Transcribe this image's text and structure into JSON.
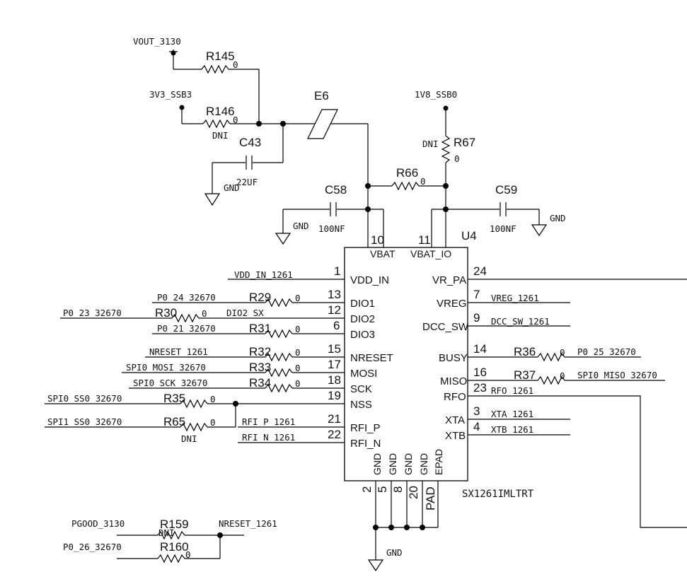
{
  "power": {
    "vout_3130": "VOUT_3130",
    "v3v3_ssb3": "3V3_SSB3",
    "v1v8_ssb0": "1V8_SSB0",
    "gnd": "GND"
  },
  "parts": {
    "R145": {
      "ref": "R145",
      "value": "0"
    },
    "R146": {
      "ref": "R146",
      "value": "0",
      "note": "DNI"
    },
    "E6": {
      "ref": "E6"
    },
    "C43": {
      "ref": "C43",
      "value": "22UF"
    },
    "R67": {
      "ref": "R67",
      "value": "0",
      "note": "DNI"
    },
    "R66": {
      "ref": "R66",
      "value": "0"
    },
    "C58": {
      "ref": "C58",
      "value": "100NF"
    },
    "C59": {
      "ref": "C59",
      "value": "100NF"
    },
    "R29": {
      "ref": "R29",
      "value": "0"
    },
    "R30": {
      "ref": "R30",
      "value": "0"
    },
    "R31": {
      "ref": "R31",
      "value": "0"
    },
    "R32": {
      "ref": "R32",
      "value": "0"
    },
    "R33": {
      "ref": "R33",
      "value": "0"
    },
    "R34": {
      "ref": "R34",
      "value": "0"
    },
    "R35": {
      "ref": "R35",
      "value": "0"
    },
    "R65": {
      "ref": "R65",
      "value": "0",
      "note": "DNI"
    },
    "R36": {
      "ref": "R36",
      "value": "0"
    },
    "R37": {
      "ref": "R37",
      "value": "0"
    },
    "R159": {
      "ref": "R159",
      "note": "DNI"
    },
    "R160": {
      "ref": "R160",
      "value": "0"
    }
  },
  "ic": {
    "ref": "U4",
    "part": "SX1261IMLTRT",
    "top_pins": [
      {
        "num": "10",
        "name": "VBAT"
      },
      {
        "num": "11",
        "name": "VBAT_IO"
      }
    ],
    "left_pins": [
      {
        "num": "1",
        "name": "VDD_IN"
      },
      {
        "num": "13",
        "name": "DIO1"
      },
      {
        "num": "12",
        "name": "DIO2"
      },
      {
        "num": "6",
        "name": "DIO3"
      },
      {
        "num": "15",
        "name": "NRESET"
      },
      {
        "num": "17",
        "name": "MOSI"
      },
      {
        "num": "18",
        "name": "SCK"
      },
      {
        "num": "19",
        "name": "NSS"
      },
      {
        "num": "21",
        "name": "RFI_P"
      },
      {
        "num": "22",
        "name": "RFI_N"
      }
    ],
    "right_pins": [
      {
        "num": "24",
        "name": "VR_PA"
      },
      {
        "num": "7",
        "name": "VREG"
      },
      {
        "num": "9",
        "name": "DCC_SW"
      },
      {
        "num": "14",
        "name": "BUSY"
      },
      {
        "num": "16",
        "name": "MISO"
      },
      {
        "num": "23",
        "name": "RFO"
      },
      {
        "num": "3",
        "name": "XTA"
      },
      {
        "num": "4",
        "name": "XTB"
      }
    ],
    "bottom_pins": [
      {
        "num": "2",
        "name": "GND"
      },
      {
        "num": "5",
        "name": "GND"
      },
      {
        "num": "8",
        "name": "GND"
      },
      {
        "num": "20",
        "name": "GND"
      },
      {
        "num": "PAD",
        "name": "EPAD"
      }
    ]
  },
  "nets": {
    "vdd_in": "VDD_IN_1261",
    "p0_24": "P0_24_32670",
    "p0_23": "P0_23_32670",
    "dio2_sx": "DIO2_SX",
    "p0_21": "P0_21_32670",
    "nreset": "NRESET_1261",
    "mosi": "SPI0_MOSI_32670",
    "sck": "SPI0_SCK_32670",
    "ss0": "SPI0_SS0_32670",
    "ss1": "SPI1_SS0_32670",
    "rfi_p": "RFI_P_1261",
    "rfi_n": "RFI_N_1261",
    "vreg": "VREG_1261",
    "dcc_sw": "DCC_SW_1261",
    "p0_25": "P0_25_32670",
    "miso": "SPI0_MISO_32670",
    "rfo": "RFO_1261",
    "xta": "XTA_1261",
    "xtb": "XTB_1261",
    "pgood": "PGOOD_3130",
    "p0_26": "P0_26_32670",
    "nreset_out": "NRESET_1261"
  }
}
